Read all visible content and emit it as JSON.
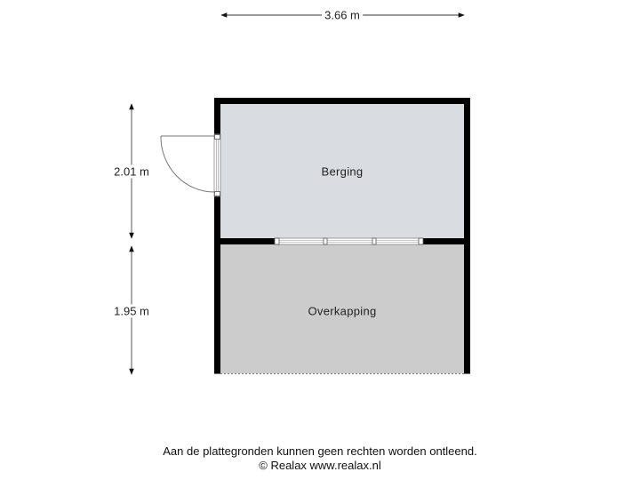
{
  "dimensions": {
    "width_top": "3.66 m",
    "height_upper": "2.01 m",
    "height_lower": "1.95 m"
  },
  "rooms": [
    {
      "name": "Berging",
      "fill": "#d9dde1"
    },
    {
      "name": "Overkapping",
      "fill": "#cccccc"
    }
  ],
  "footer": {
    "disclaimer": "Aan de plattegronden kunnen geen rechten worden ontleend.",
    "copyright": "© Realax www.realax.nl"
  },
  "colors": {
    "wall": "#000000",
    "dimension_line": "#444444"
  }
}
